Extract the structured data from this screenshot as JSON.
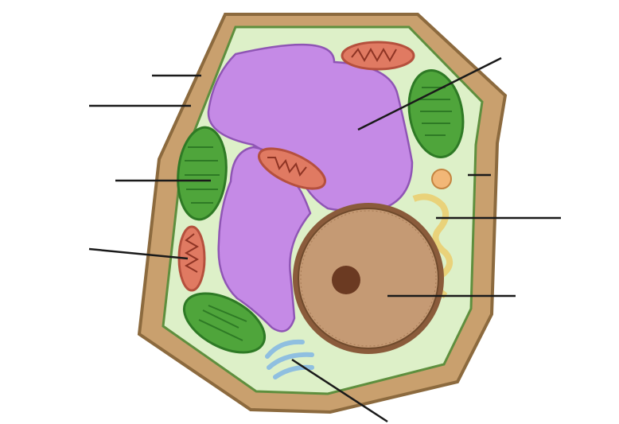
{
  "diagram": {
    "subject": "plant cell",
    "labels_blank": true,
    "leader_line_count": 9,
    "organelles": [
      {
        "name": "cell-wall"
      },
      {
        "name": "cell-membrane"
      },
      {
        "name": "cytoplasm"
      },
      {
        "name": "central-vacuole"
      },
      {
        "name": "chloroplast",
        "count": 3
      },
      {
        "name": "mitochondrion",
        "count": 3
      },
      {
        "name": "nucleus"
      },
      {
        "name": "nucleolus"
      },
      {
        "name": "endoplasmic-reticulum"
      },
      {
        "name": "golgi-apparatus"
      },
      {
        "name": "vesicle"
      }
    ],
    "colors": {
      "cell_wall": "#C9A06E",
      "cell_wall_edge": "#8C6A3E",
      "cytoplasm": "#DDF0C8",
      "vacuole": "#C58AE6",
      "chloroplast": "#4FA53B",
      "chloroplast_dark": "#2E7A25",
      "mitochondrion": "#E07A62",
      "nucleus": "#C59A74",
      "nucleolus": "#6B3A22",
      "golgi": "#8FBFE0",
      "er": "#E9D27A",
      "leader_line": "#1a1a1a"
    }
  }
}
